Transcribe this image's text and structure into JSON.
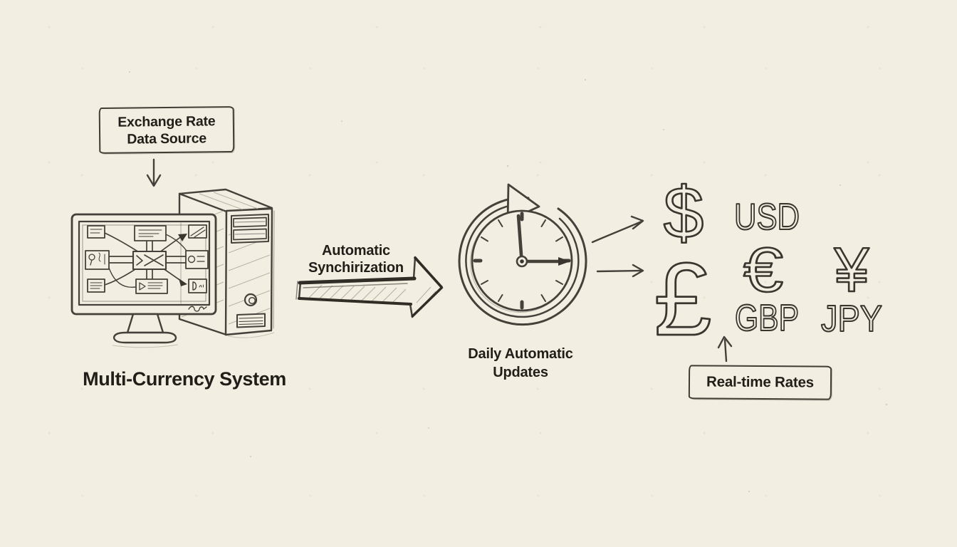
{
  "colors": {
    "paper": "#f2eee1",
    "ink": "#211e19",
    "pencil": "#45403a",
    "pencil_light": "#b6ae9d"
  },
  "nodes": {
    "source_box": {
      "line1": "Exchange Rate",
      "line2": "Data Source"
    },
    "system": {
      "label": "Multi-Currency System"
    },
    "sync_arrow": {
      "line1": "Automatic",
      "line2": "Synchirization"
    },
    "updates": {
      "line1": "Daily Automatic",
      "line2": "Updates"
    },
    "rates_box": {
      "label": "Real-time Rates"
    }
  },
  "currencies": {
    "dollar": {
      "symbol": "$",
      "code": "USD"
    },
    "pound": {
      "symbol": "£",
      "code": "GBP"
    },
    "euro": {
      "symbol": "€"
    },
    "yen": {
      "symbol": "¥",
      "code": "JPY"
    }
  },
  "icons": {
    "source_to_system": "down-arrow-icon",
    "system": "computer-monitor-tower-icon",
    "sync": "block-arrow-right-icon",
    "updates": "clock-refresh-icon",
    "clock_to_dollar": "arrow-up-right-icon",
    "clock_to_pound": "arrow-right-icon",
    "rates_to_currencies": "arrow-up-icon"
  }
}
